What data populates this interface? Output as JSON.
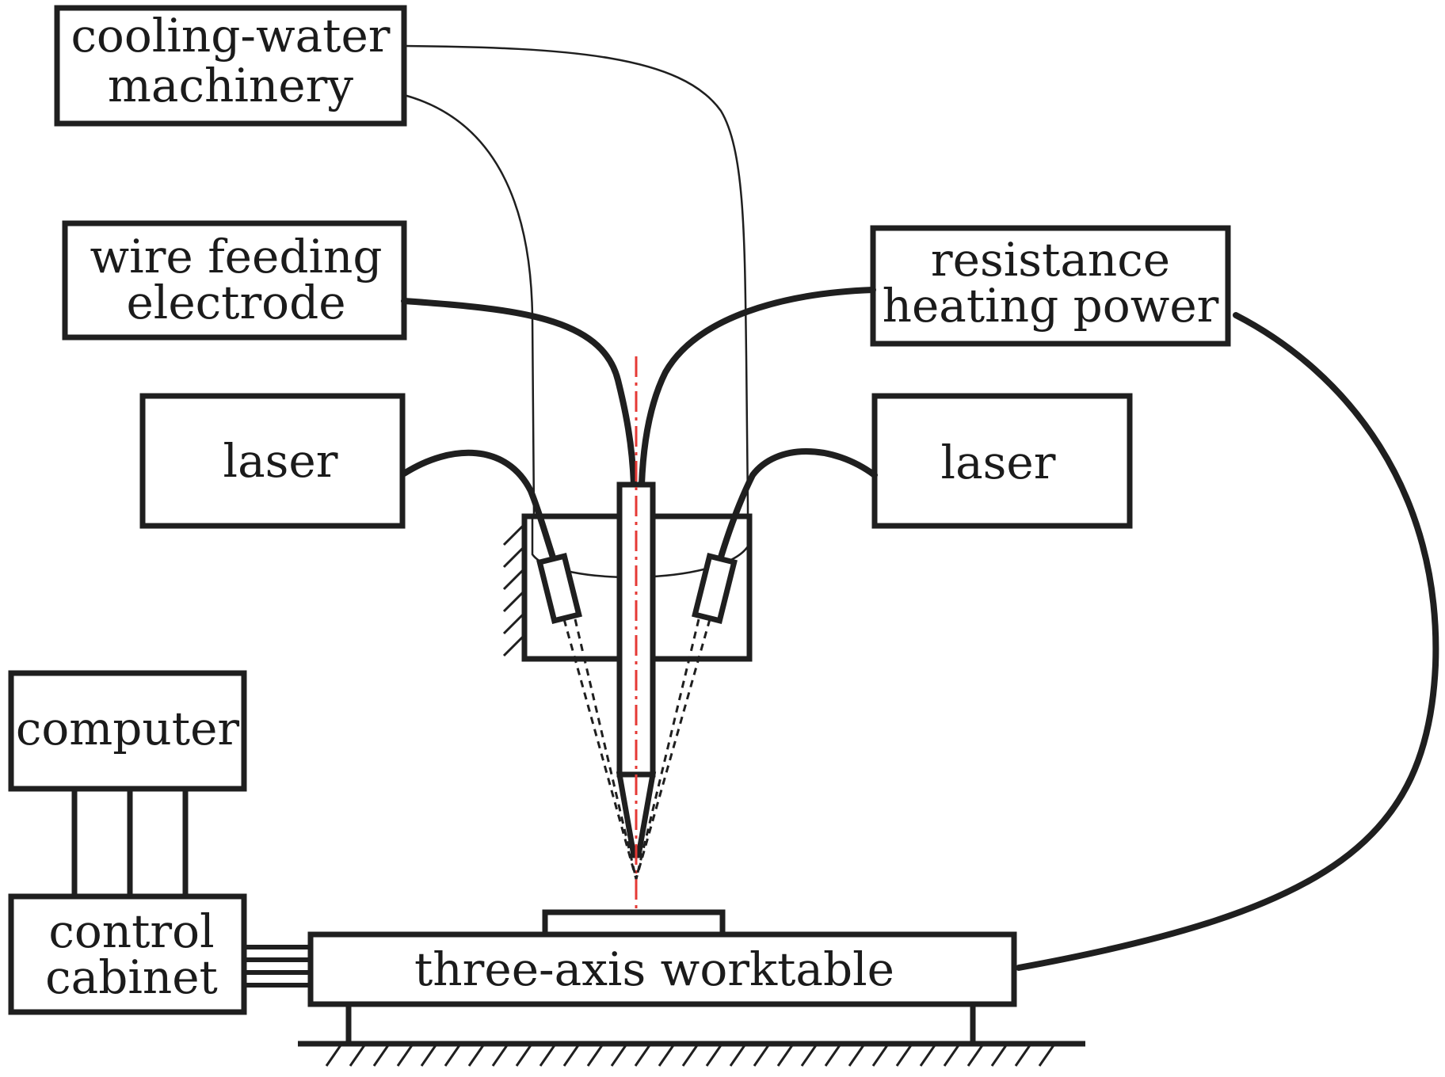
{
  "colors": {
    "line": "#1f1f1f",
    "axis": "#e53935",
    "background": "#ffffff"
  },
  "labels": {
    "cooling_water": [
      "cooling-water",
      "machinery"
    ],
    "wire_feeding": [
      "wire feeding",
      "electrode"
    ],
    "laser_left": "laser",
    "laser_right": "laser",
    "resistance_heating": [
      "resistance",
      "heating power"
    ],
    "computer": "computer",
    "control_cabinet": [
      "control",
      "cabinet"
    ],
    "worktable": "three-axis worktable"
  }
}
